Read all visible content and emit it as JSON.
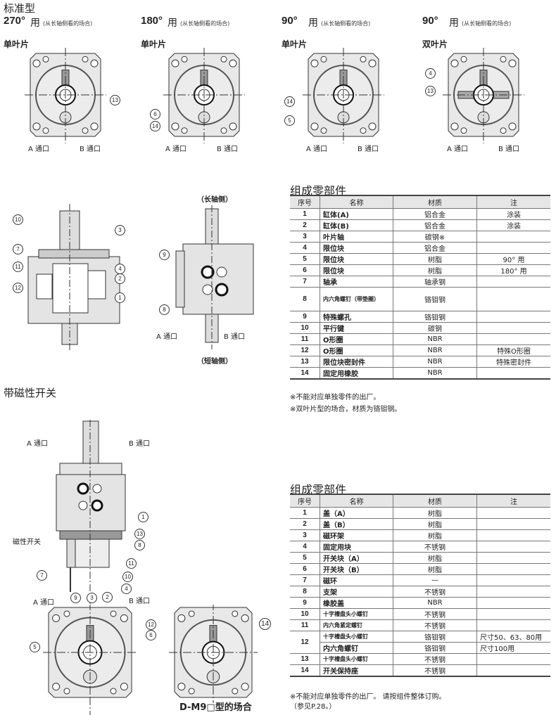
{
  "standard": {
    "title": "标准型",
    "views": [
      {
        "angle": "270°",
        "use": "用",
        "note": "(从长轴侧看的场合)",
        "type": "单叶片",
        "port_a": "A 通口",
        "port_b": "B 通口",
        "callouts": [
          "13"
        ]
      },
      {
        "angle": "180°",
        "use": "用",
        "note": "(从长轴侧看的场合)",
        "type": "单叶片",
        "port_a": "A 通口",
        "port_b": "B 通口",
        "callouts": [
          "6",
          "14"
        ]
      },
      {
        "angle": "90°",
        "use": "用",
        "note": "(从长轴侧看的场合)",
        "type": "单叶片",
        "port_a": "A 通口",
        "port_b": "B 通口",
        "callouts": [
          "14",
          "5"
        ]
      },
      {
        "angle": "90°",
        "use": "用",
        "note": "(从长轴侧看的场合)",
        "type": "双叶片",
        "port_a": "A 通口",
        "port_b": "B 通口",
        "callouts": [
          "4",
          "13"
        ]
      }
    ],
    "section_callouts": [
      "10",
      "3",
      "7",
      "11",
      "12",
      "4",
      "2",
      "1"
    ],
    "side_view": {
      "top_label": "（长轴侧）",
      "bottom_label": "（短轴侧）",
      "port_a": "A 通口",
      "port_b": "B 通口",
      "callouts": [
        "9",
        "8"
      ]
    }
  },
  "table1": {
    "title": "组成零部件",
    "headers": [
      "序号",
      "名称",
      "材质",
      "注"
    ],
    "rows": [
      [
        "1",
        "缸体(A)",
        "铝合金",
        "涂装"
      ],
      [
        "2",
        "缸体(B)",
        "铝合金",
        "涂装"
      ],
      [
        "3",
        "叶片轴",
        "碳钢※",
        ""
      ],
      [
        "4",
        "限位块",
        "铝合金",
        ""
      ],
      [
        "5",
        "限位块",
        "树脂",
        "90°  用"
      ],
      [
        "6",
        "限位块",
        "树脂",
        "180°  用"
      ],
      [
        "7",
        "轴承",
        "轴承钢",
        ""
      ],
      [
        "8",
        "内六角螺钉（带垫圈）",
        "铬钼钢",
        ""
      ],
      [
        "9",
        "特殊螺孔",
        "铬钼钢",
        ""
      ],
      [
        "10",
        "平行键",
        "碳钢",
        ""
      ],
      [
        "11",
        "O形圈",
        "NBR",
        ""
      ],
      [
        "12",
        "O形圈",
        "NBR",
        "特殊O形圈"
      ],
      [
        "13",
        "限位块密封件",
        "NBR",
        "特殊密封件"
      ],
      [
        "14",
        "固定用橡胶",
        "NBR",
        ""
      ]
    ],
    "notes": [
      "※不能对应单独零件的出厂。",
      "※双叶片型的场合，材质为铬钼钢。"
    ]
  },
  "magnetic": {
    "title": "带磁性开关",
    "port_a": "A 通口",
    "port_b": "B 通口",
    "switch_label": "磁性开关",
    "callouts": [
      "1",
      "13",
      "8",
      "11",
      "10",
      "4",
      "2",
      "3",
      "9",
      "7"
    ],
    "bottom_port_a": "A 通口",
    "bottom_port_b": "B 通口",
    "bottom_callouts": [
      "12",
      "6",
      "5"
    ],
    "dm9_callout": "14",
    "dm9_caption": "D-M9□型的场合"
  },
  "table2": {
    "title": "组成零部件",
    "headers": [
      "序号",
      "名称",
      "材质",
      "注"
    ],
    "rows": [
      [
        "1",
        "盖（A）",
        "树脂",
        ""
      ],
      [
        "2",
        "盖（B）",
        "树脂",
        ""
      ],
      [
        "3",
        "磁环架",
        "树脂",
        ""
      ],
      [
        "4",
        "固定用块",
        "不锈钢",
        ""
      ],
      [
        "5",
        "开关块（A）",
        "树脂",
        ""
      ],
      [
        "6",
        "开关块（B）",
        "树脂",
        ""
      ],
      [
        "7",
        "磁环",
        "—",
        ""
      ],
      [
        "8",
        "支架",
        "不锈钢",
        ""
      ],
      [
        "9",
        "橡胶盖",
        "NBR",
        ""
      ],
      [
        "10",
        "十字槽盘头小螺钉",
        "不锈钢",
        ""
      ],
      [
        "11",
        "内六角紧定螺钉",
        "不锈钢",
        ""
      ],
      [
        "12",
        "十字槽盘头小螺钉",
        "铬钼钢",
        "尺寸50、63、80用"
      ],
      [
        "",
        "内六角螺钉",
        "铬钼钢",
        "尺寸100用"
      ],
      [
        "13",
        "十字槽盘头小螺钉",
        "不锈钢",
        ""
      ],
      [
        "14",
        "开关保持座",
        "不锈钢",
        ""
      ]
    ],
    "notes": [
      "※不能对应单独零件的出厂。 请按组件整体订购。",
      "（参见P.28。）"
    ]
  }
}
